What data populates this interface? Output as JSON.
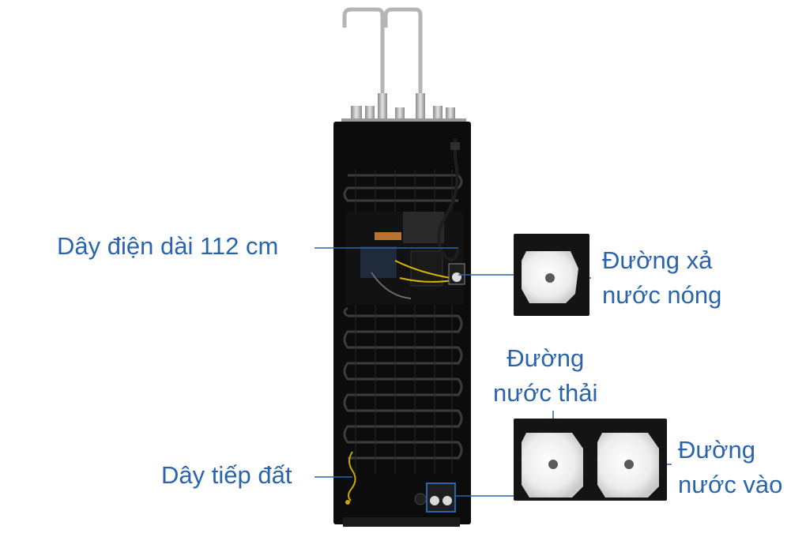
{
  "colors": {
    "label_text": "#2a64ad",
    "leader_line": "#2a64ad",
    "device_body": "#0c0c0c",
    "background": "#ffffff"
  },
  "labels": {
    "power_cord": "Dây điện dài 112 cm",
    "hot_drain_line1": "Đường xả",
    "hot_drain_line2": "nước nóng",
    "waste_line1": "Đường",
    "waste_line2": "nước thải",
    "ground_wire": "Dây tiếp đất",
    "inlet_line1": "Đường",
    "inlet_line2": "nước vào"
  }
}
